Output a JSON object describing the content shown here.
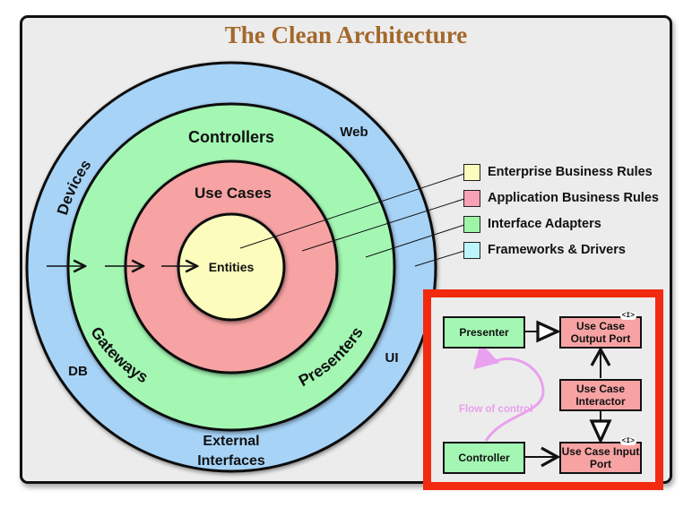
{
  "title": "The Clean Architecture",
  "colors": {
    "title": "#a3682a",
    "frameworks_drivers": "#a7d3f7",
    "interface_adapters": "#a3f7b3",
    "application_business_rules": "#f7a3a3",
    "enterprise_business_rules": "#fcfcbd",
    "highlight_border": "#f22a10",
    "flow_of_control": "#e9a0ee"
  },
  "circles": {
    "outer_ring_labels": [
      "Devices",
      "Web",
      "DB",
      "UI",
      "External",
      "Interfaces"
    ],
    "green_ring_labels": [
      "Controllers",
      "Gateways",
      "Presenters"
    ],
    "red_ring_label": "Use Cases",
    "core_label": "Entities"
  },
  "legend": [
    {
      "label": "Enterprise Business Rules",
      "color": "#fcfcbd"
    },
    {
      "label": "Application Business Rules",
      "color": "#f7a3b5"
    },
    {
      "label": "Interface Adapters",
      "color": "#9ef5a8"
    },
    {
      "label": "Frameworks & Drivers",
      "color": "#bdf5fc"
    }
  ],
  "inset": {
    "presenter": "Presenter",
    "output_port": "Use Case Output Port",
    "interactor": "Use Case Interactor",
    "controller": "Controller",
    "input_port": "Use Case Input Port",
    "interface_marker": "<I>",
    "flow_label": "Flow of control"
  }
}
